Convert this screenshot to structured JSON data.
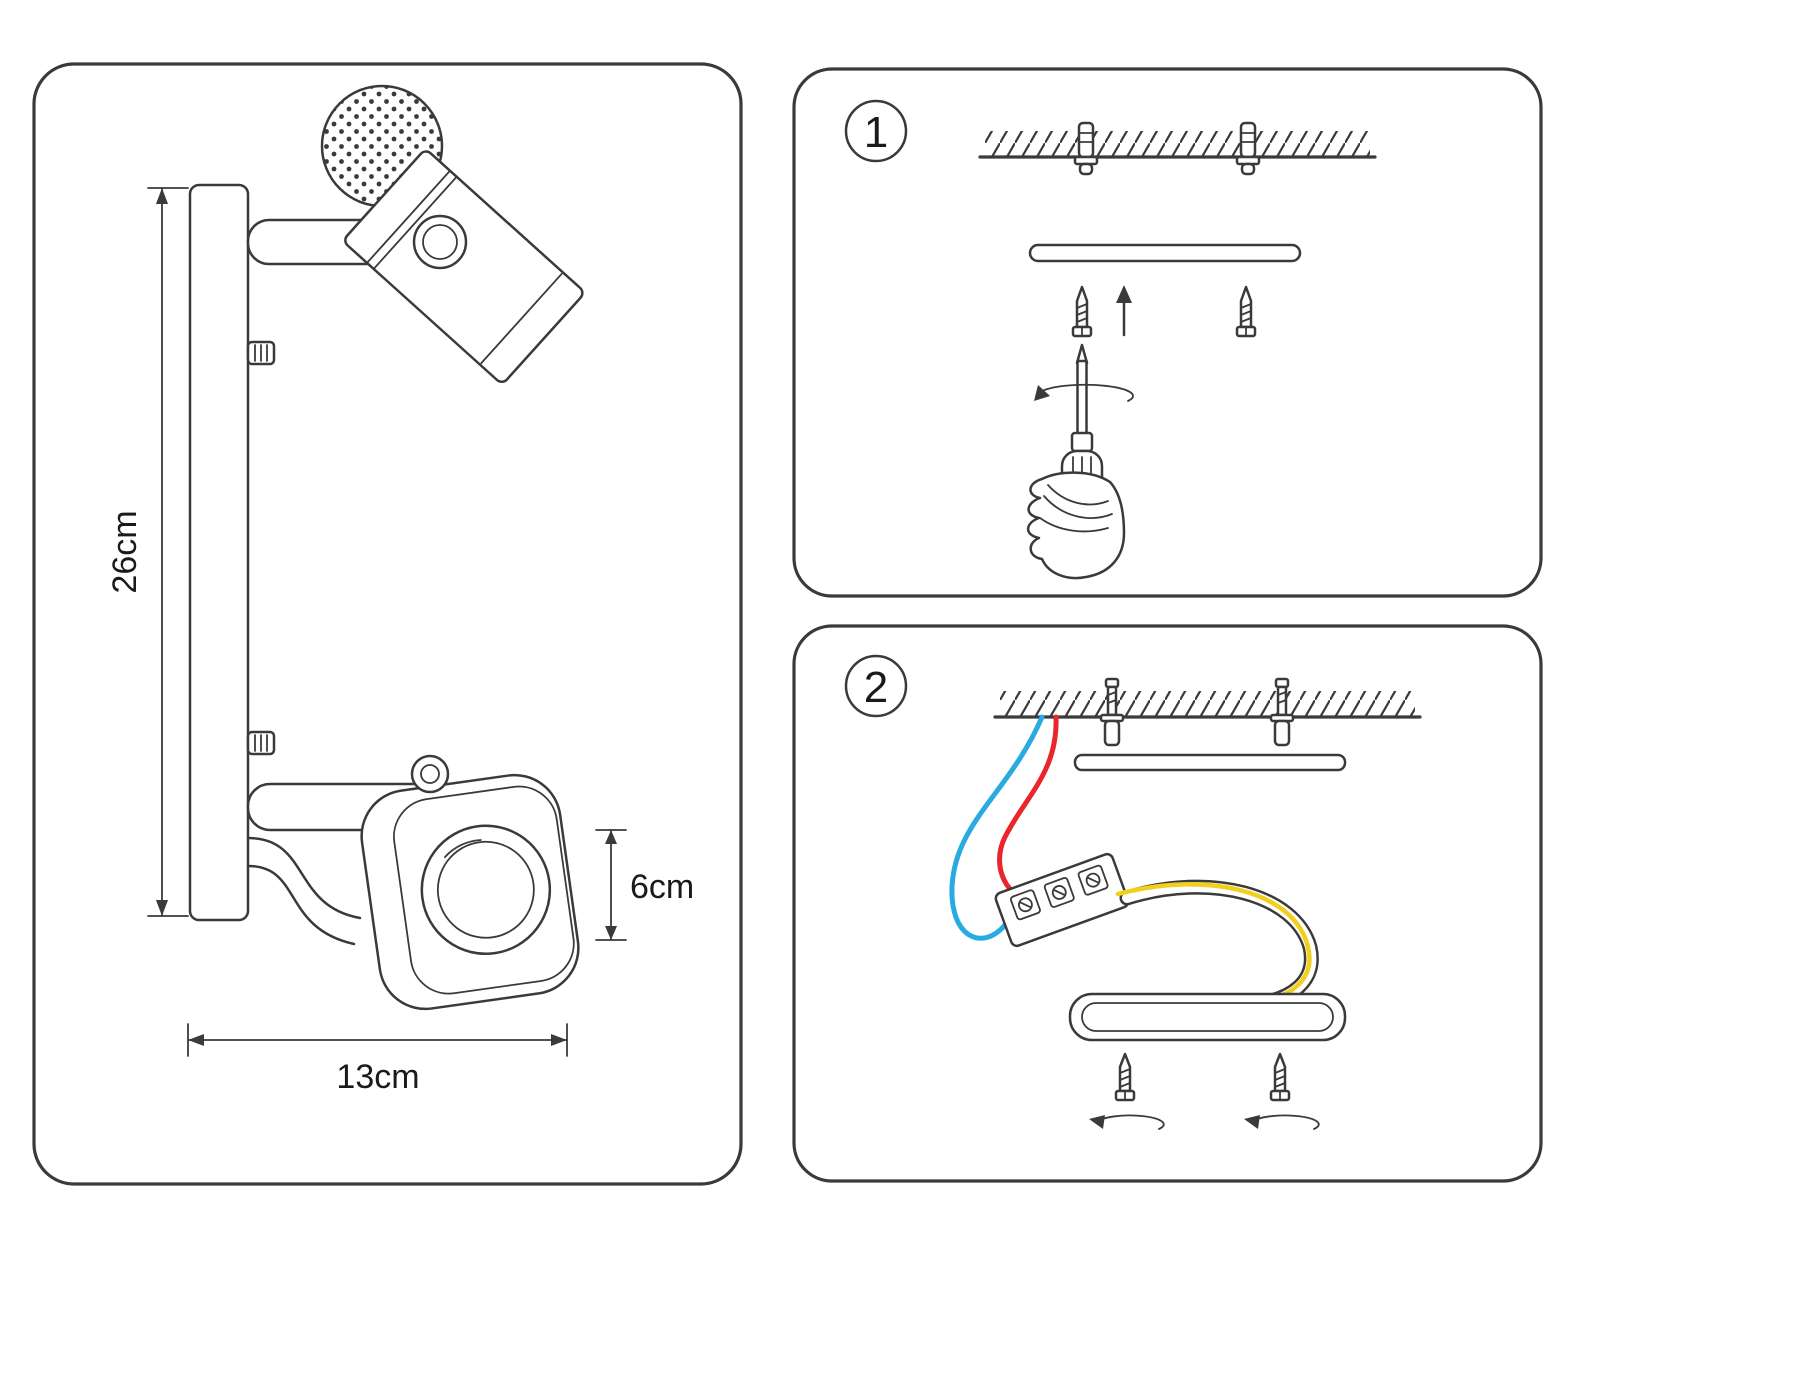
{
  "diagram": {
    "product": {
      "height_label": "26cm",
      "width_label": "13cm",
      "head_label": "6cm"
    },
    "steps": [
      {
        "number": "1"
      },
      {
        "number": "2"
      }
    ],
    "colors": {
      "line": "#3a3a3a",
      "wire_blue": "#29abe2",
      "wire_red": "#e8262b",
      "wire_yellow": "#f2cf1c"
    }
  }
}
